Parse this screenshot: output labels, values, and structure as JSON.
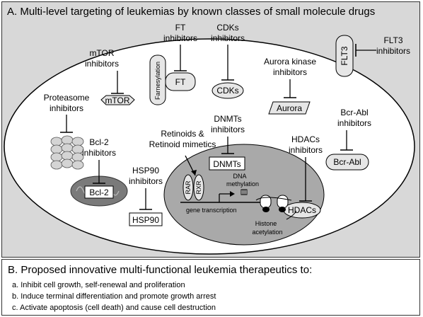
{
  "panel_a": {
    "title": "A. Multi-level targeting of leukemias by known classes of small molecule drugs",
    "inhibitors": {
      "mtor": [
        "mTOR",
        "inhibitors"
      ],
      "ft": [
        "FT",
        "inhibitors"
      ],
      "cdks": [
        "CDKs",
        "inhibitors"
      ],
      "aurora": [
        "Aurora kinase",
        "inhibitors"
      ],
      "flt3": [
        "FLT3",
        "inhibitors"
      ],
      "proteasome": [
        "Proteasome",
        "inhibitors"
      ],
      "bcl2": [
        "Bcl-2",
        "inhibitors"
      ],
      "retinoids": [
        "Retinoids &",
        "Retinoid mimetics"
      ],
      "dnmts": [
        "DNMTs",
        "inhibitors"
      ],
      "hdacs": [
        "HDACs",
        "inhibitors"
      ],
      "bcrabl": [
        "Bcr-Abl",
        "inhibitors"
      ],
      "hsp90": [
        "HSP90",
        "inhibitors"
      ]
    },
    "targets": {
      "mtor": "mTOR",
      "ft": "FT",
      "farnesylation": "Farnesylation",
      "cdks": "CDKs",
      "aurora": "Aurora",
      "flt3": "FLT3",
      "bcl2": "Bcl-2",
      "hsp90": "HSP90",
      "dnmts": "DNMTs",
      "hdacs": "HDACs",
      "bcrabl": "Bcr-Abl",
      "rar": "RAR",
      "rxr": "RXR"
    },
    "nucleus": {
      "dna_methylation": [
        "DNA",
        "methylation"
      ],
      "gene_transcription": "gene transcription",
      "histone_acetylation": [
        "Histone",
        "acetylation"
      ]
    }
  },
  "panel_b": {
    "title": "B. Proposed innovative multi-functional leukemia therapeutics to:",
    "items": [
      "a.  Inhibit cell growth, self-renewal and proliferation",
      "b.  Induce terminal differentiation and promote growth arrest",
      "c.  Activate apoptosis (cell death) and cause cell destruction"
    ]
  }
}
